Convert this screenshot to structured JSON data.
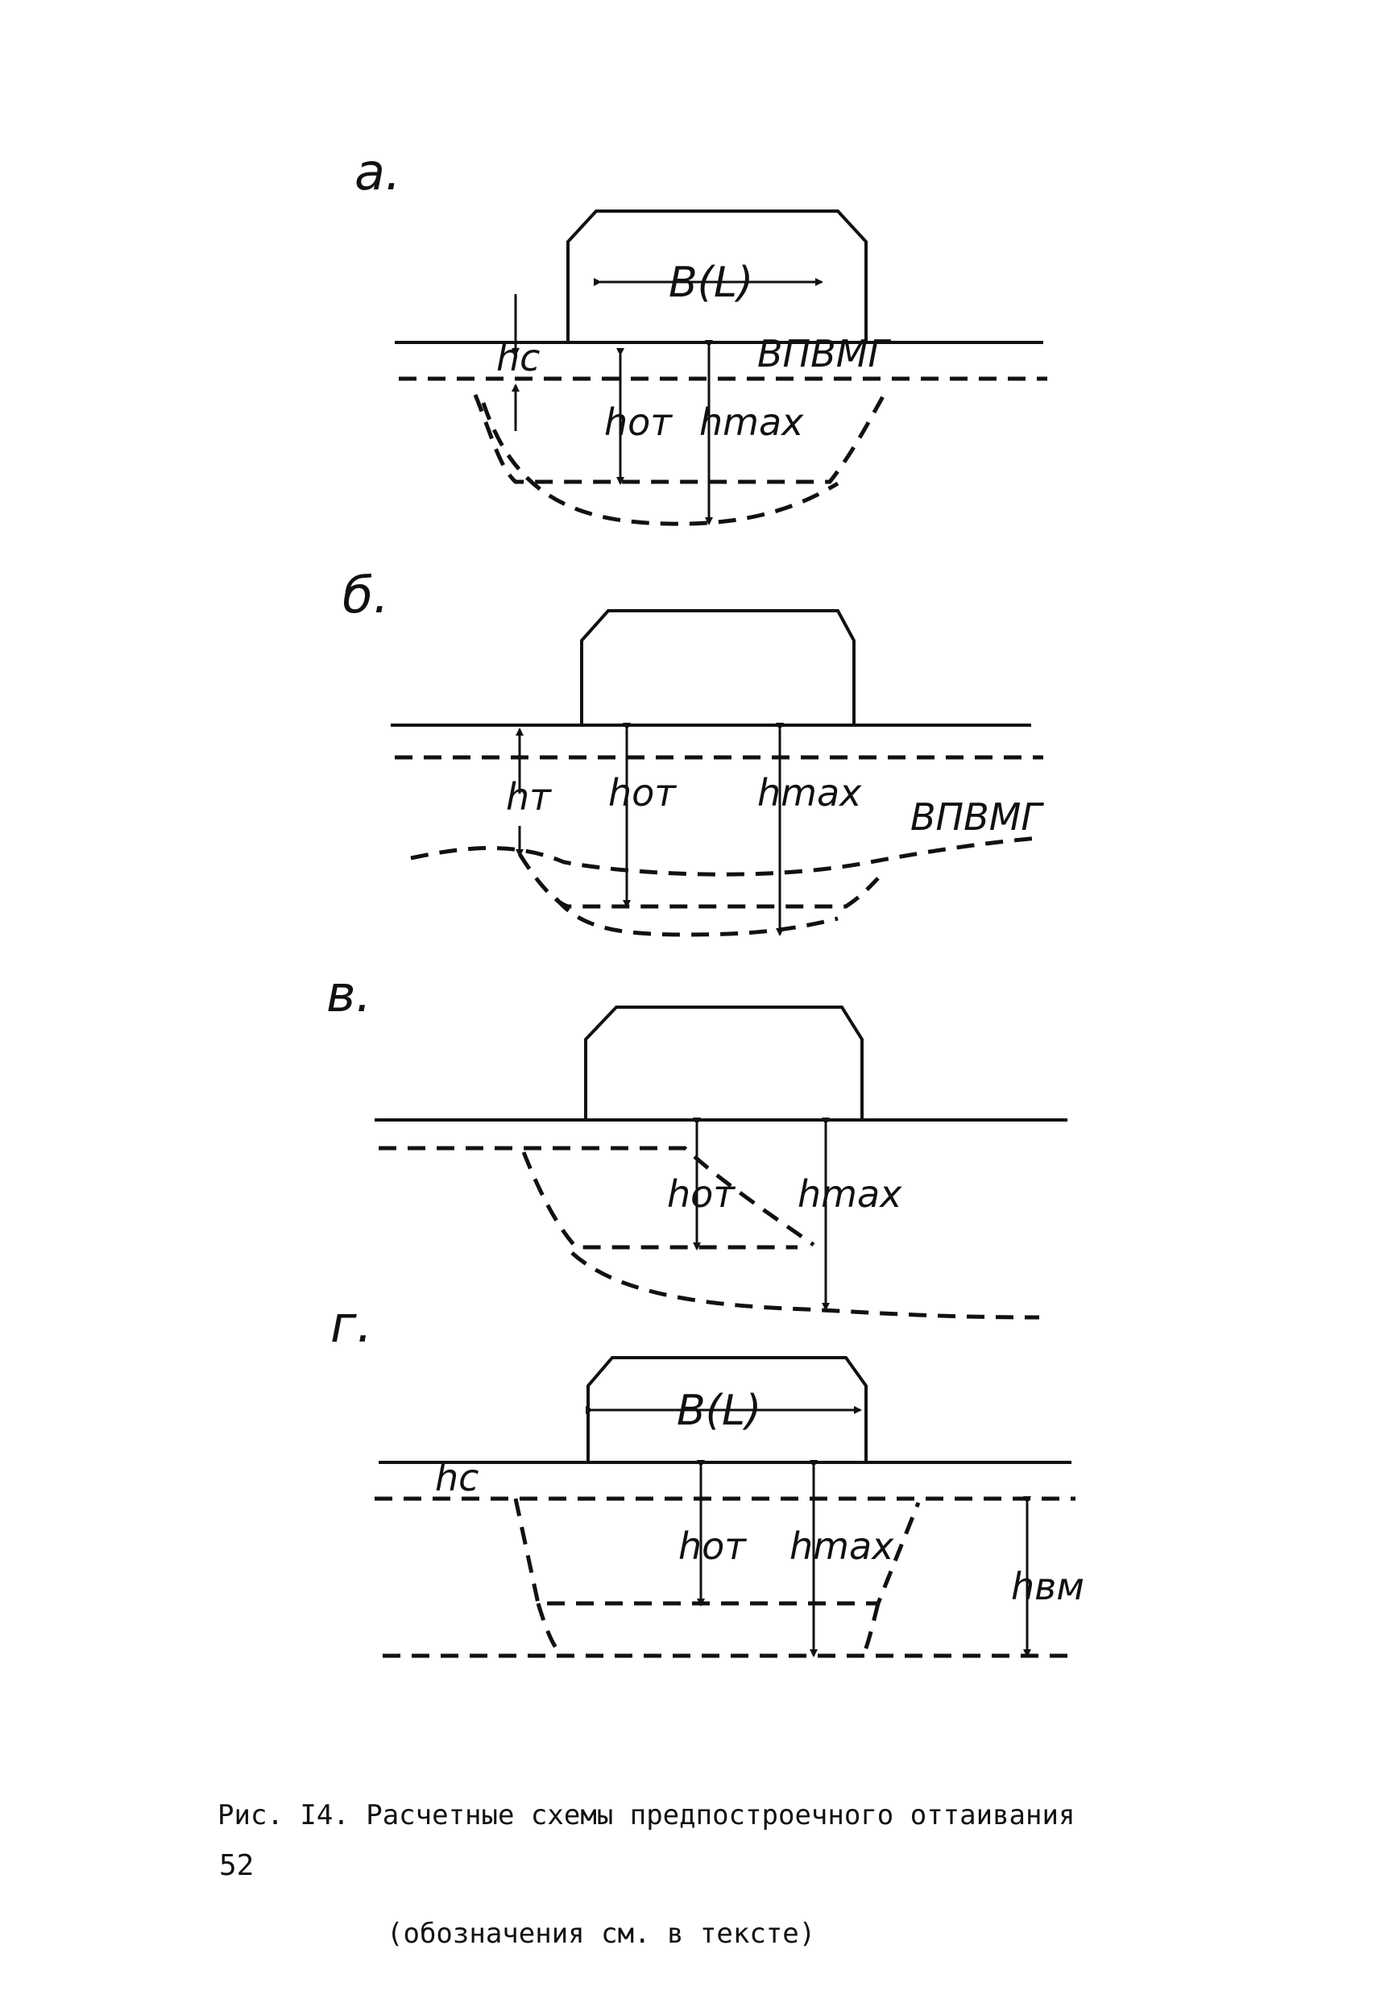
{
  "panels": [
    {
      "id": "a",
      "label": "а.",
      "width_label": "B(L)",
      "symbols": [
        "hc",
        "hот",
        "hmax"
      ],
      "boundary_label": "ВПВМГ"
    },
    {
      "id": "b",
      "label": "б.",
      "symbols": [
        "hт",
        "hот",
        "hmax"
      ],
      "boundary_label": "ВПВМГ"
    },
    {
      "id": "v",
      "label": "в.",
      "symbols": [
        "hот",
        "hmax"
      ]
    },
    {
      "id": "g",
      "label": "г.",
      "width_label": "B(L)",
      "symbols": [
        "hc",
        "hот",
        "hmax",
        "hвм"
      ]
    }
  ],
  "caption": {
    "line1": "Рис. I4. Расчетные схемы предпостроечного оттаивания",
    "line2": "(обозначения см. в тексте)"
  },
  "page_number": "52"
}
